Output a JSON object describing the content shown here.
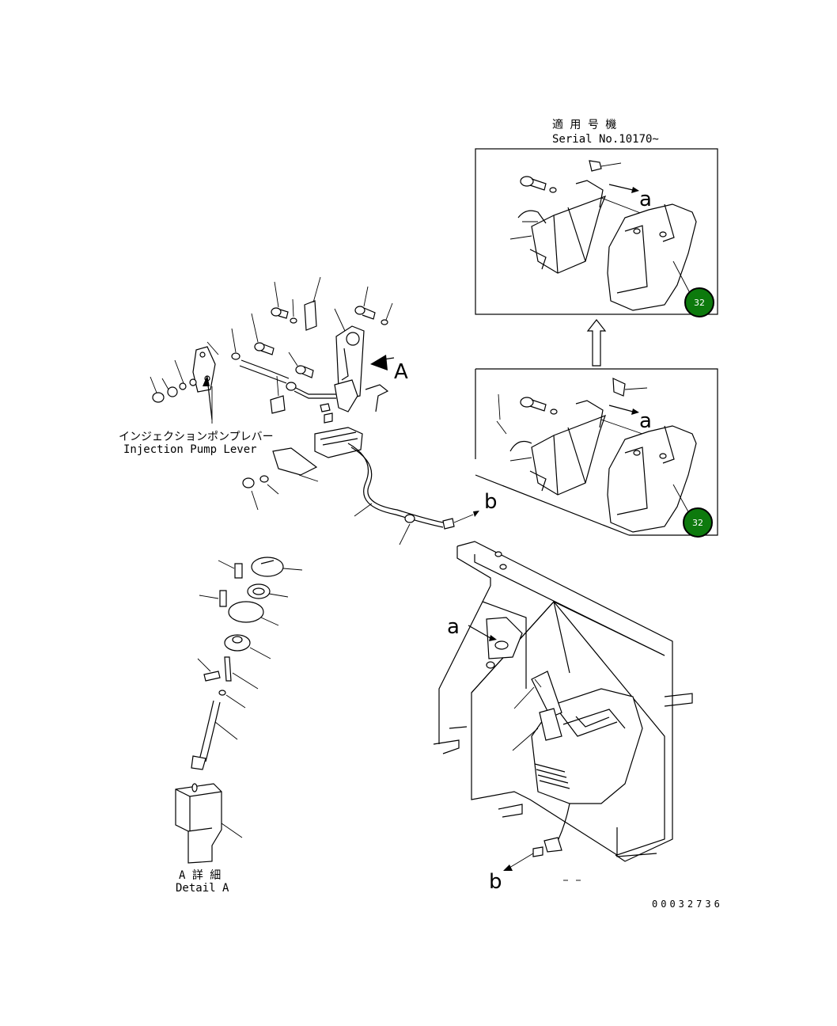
{
  "serial_note": {
    "jp": "適 用 号 機",
    "en": "Serial No.10170~"
  },
  "injection_lever_label": {
    "jp": "インジェクションポンプレバー",
    "en": "Injection Pump Lever"
  },
  "detail_a_label": {
    "jp": "A 詳 細",
    "en": "Detail A"
  },
  "view_marker": "A",
  "ref_a": "a",
  "ref_b": "b",
  "badges": [
    "32",
    "32"
  ],
  "drawing_number": "00032736",
  "colors": {
    "badge_fill": "#0d7a0d",
    "badge_ring": "#000000",
    "line": "#000000",
    "background": "#ffffff"
  }
}
